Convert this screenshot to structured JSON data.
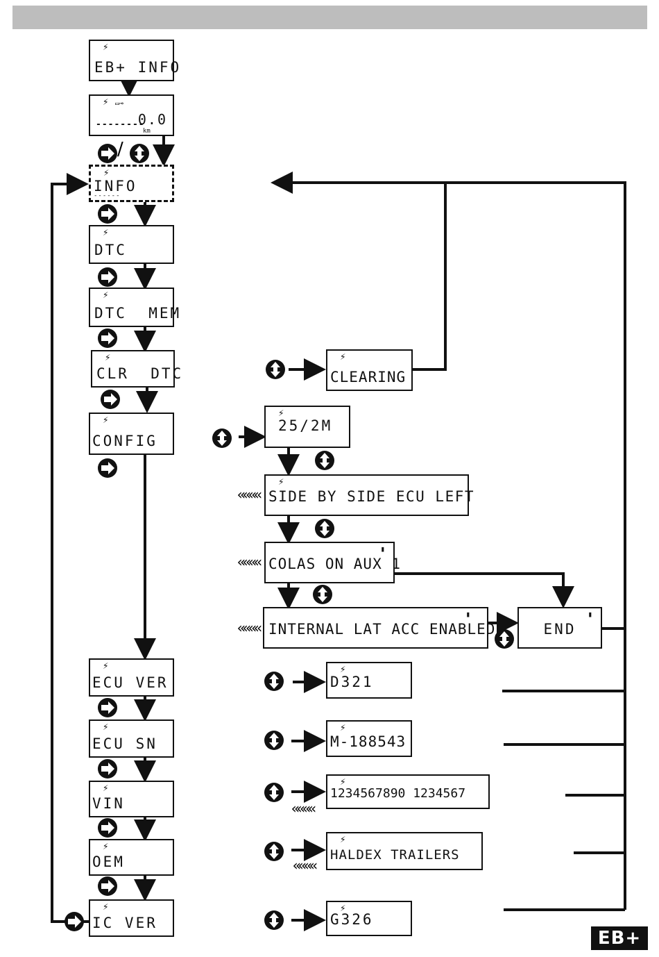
{
  "colors": {
    "line": "#111111",
    "header_bar": "#bdbdbd"
  },
  "icons": {
    "right_button": "right-arrow-circle-icon",
    "up_down_button": "up-down-arrow-circle-icon",
    "bolt": "lightning-bolt-icon",
    "battery": "battery-icon"
  },
  "screens": {
    "eb_info": "EB+ INFO",
    "odometer_value": "0.0",
    "odometer_dashes": "--------",
    "odometer_unit": "km",
    "info": "INFO",
    "dtc": "DTC",
    "dtc_mem": "DTC  MEM",
    "clr_dtc": "CLR  DTC",
    "clearing": "CLEARING",
    "config": "CONFIG",
    "config_25_2m": "25/2M",
    "side_by_side": "SIDE BY SIDE ECU LEFT",
    "colas": "COLAS ON AUX 1",
    "internal_lat": "INTERNAL LAT ACC ENABLED",
    "end": "END",
    "ecu_ver": "ECU VER",
    "ecu_ver_value": "D321",
    "ecu_sn": "ECU SN",
    "ecu_sn_value": "M-188543",
    "vin": "VIN",
    "vin_value": "1234567890 1234567",
    "oem": "OEM",
    "oem_value": "HALDEX TRAILERS",
    "ic_ver": "IC VER",
    "ic_ver_value": "G326"
  },
  "slash": "/",
  "scroll_chevrons": "««««",
  "logo": "EB+"
}
